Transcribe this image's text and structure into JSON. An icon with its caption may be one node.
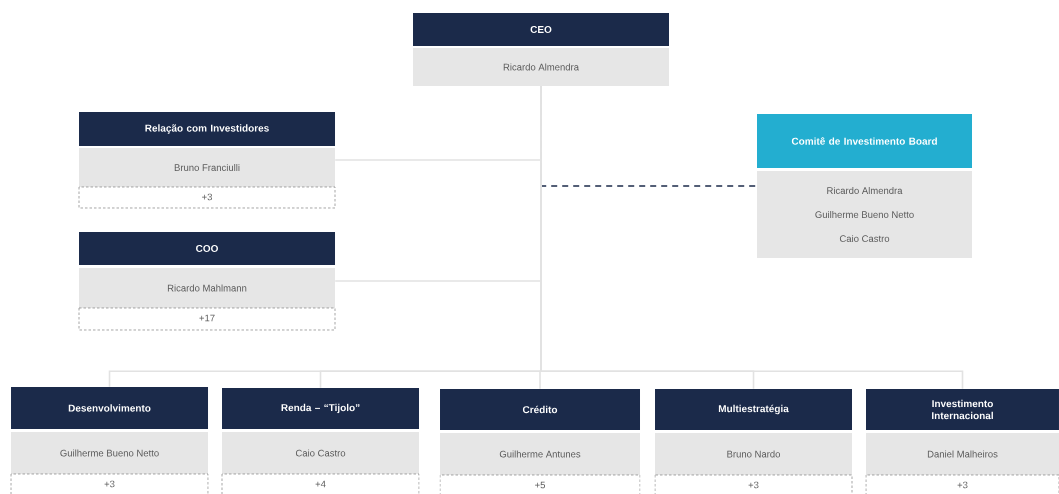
{
  "diagram": {
    "nodes": [
      {
        "text": [
          "CEO",
          "Ricardo Almendra"
        ]
      },
      {
        "text": [
          "Relação com Investidores",
          "Bruno Franciulli",
          "+3"
        ]
      },
      {
        "text": [
          "COO",
          "Ricardo Mahlmann",
          "+17"
        ]
      },
      {
        "text": [
          "Comitê de Investimento Board",
          "Ricardo Almendra",
          "Guilherme Bueno Netto",
          "Caio Castro"
        ]
      },
      {
        "text": [
          "Desenvolvimento",
          "Guilherme Bueno Netto",
          "+3"
        ]
      },
      {
        "text": [
          "Renda – “Tijolo”",
          "Caio Castro",
          "+4"
        ]
      },
      {
        "text": [
          "Crédito",
          "Guilherme Antunes",
          "+5"
        ]
      },
      {
        "text": [
          "Multiestratégia",
          "Bruno Nardo",
          "+3"
        ]
      },
      {
        "text": [
          "Investimento Internacional",
          "Daniel Malheiros",
          "+3"
        ]
      }
    ],
    "edges": [
      {
        "from": 0,
        "to": 1,
        "arrow": "none"
      },
      {
        "from": 0,
        "to": 2,
        "arrow": "none"
      },
      {
        "from": 0,
        "to": 3,
        "arrow": "none",
        "style": "dashed",
        "color": "#1b2a4a"
      },
      {
        "from": 0,
        "to": 4,
        "arrow": "none"
      },
      {
        "from": 0,
        "to": 5,
        "arrow": "none"
      },
      {
        "from": 0,
        "to": 6,
        "arrow": "none"
      },
      {
        "from": 0,
        "to": 7,
        "arrow": "none"
      },
      {
        "from": 0,
        "to": 8,
        "arrow": "none"
      }
    ]
  }
}
